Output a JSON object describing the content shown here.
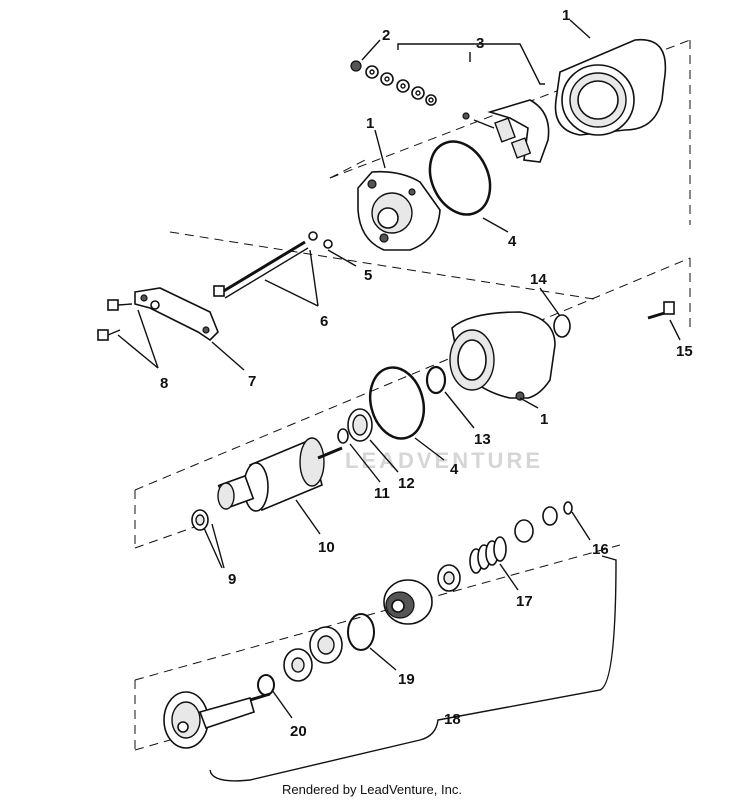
{
  "footer": "Rendered by LeadVenture, Inc.",
  "watermark": "LEADVENTURE",
  "callouts": {
    "c1a": "1",
    "c1b": "1",
    "c1c": "1",
    "c2": "2",
    "c3": "3",
    "c4a": "4",
    "c4b": "4",
    "c5": "5",
    "c6": "6",
    "c7": "7",
    "c8": "8",
    "c9": "9",
    "c10": "10",
    "c11": "11",
    "c12": "12",
    "c13": "13",
    "c14": "14",
    "c15": "15",
    "c16": "16",
    "c17": "17",
    "c18": "18",
    "c19": "19",
    "c20": "20"
  },
  "colors": {
    "ink": "#111111",
    "watermark": "#d6d6d6",
    "background": "#ffffff"
  }
}
